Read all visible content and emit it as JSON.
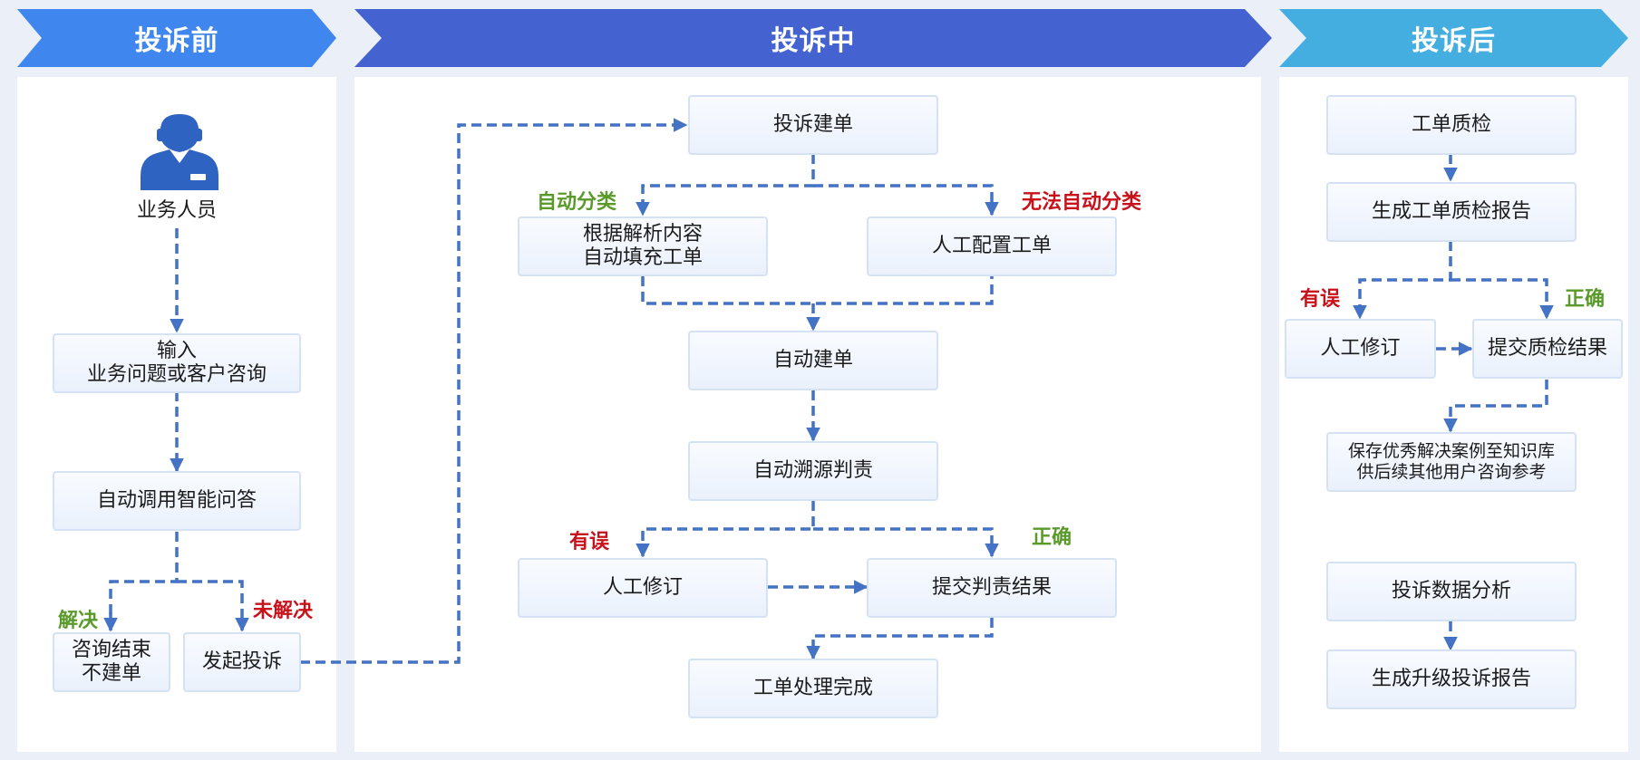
{
  "colors": {
    "header_before": "#3f86ee",
    "header_during": "#4463d0",
    "header_after": "#45aee0",
    "connector": "#4472c4",
    "label_green": "#5a9a2a",
    "label_red": "#c8111a"
  },
  "stages": {
    "before": "投诉前",
    "during": "投诉中",
    "after": "投诉后"
  },
  "before": {
    "person_label": "业务人员",
    "person_icon": "customer-service-agent-icon",
    "input_box": "输入\n业务问题或客户咨询",
    "auto_qa_box": "自动调用智能问答",
    "resolved_label": "解决",
    "unresolved_label": "未解决",
    "end_box": "咨询结束\n不建单",
    "complaint_box": "发起投诉"
  },
  "during": {
    "create_box": "投诉建单",
    "auto_classify_label": "自动分类",
    "no_auto_classify_label": "无法自动分类",
    "auto_fill_box": "根据解析内容\n自动填充工单",
    "manual_config_box": "人工配置工单",
    "auto_build_box": "自动建单",
    "trace_box": "自动溯源判责",
    "error_label": "有误",
    "correct_label": "正确",
    "manual_revise_box": "人工修订",
    "submit_box": "提交判责结果",
    "done_box": "工单处理完成"
  },
  "after": {
    "qc_box": "工单质检",
    "qc_report_box": "生成工单质检报告",
    "error_label": "有误",
    "correct_label": "正确",
    "manual_revise_box": "人工修订",
    "submit_box": "提交质检结果",
    "save_box": "保存优秀解决案例至知识库\n供后续其他用户咨询参考",
    "analysis_box": "投诉数据分析",
    "upgrade_report_box": "生成升级投诉报告"
  }
}
